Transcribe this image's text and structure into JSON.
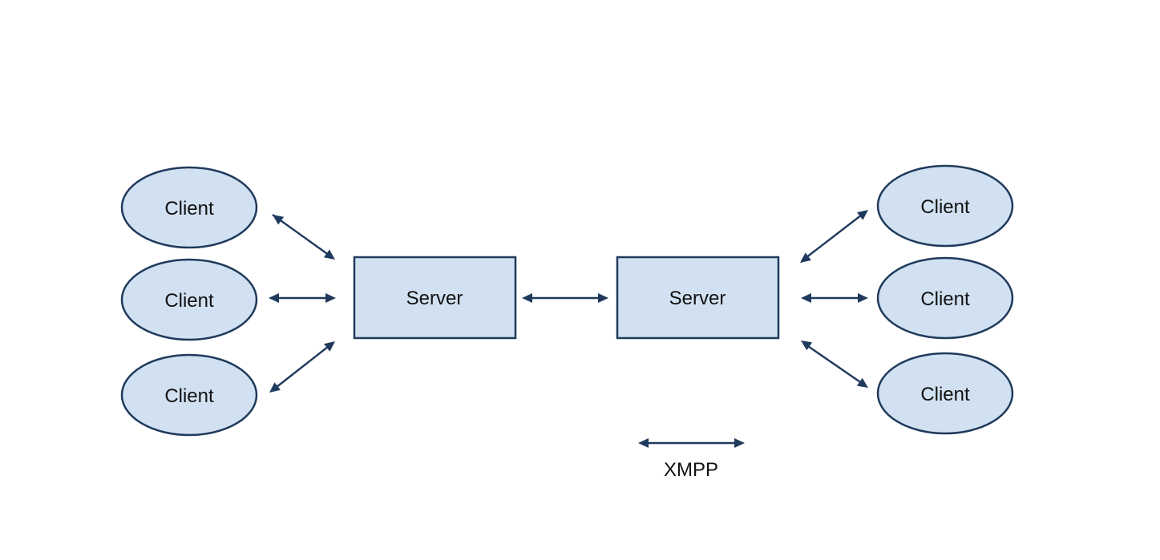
{
  "colors": {
    "node_fill": "#d1e1f1",
    "node_stroke": "#1f3a5c",
    "edge": "#1f3a5c",
    "text": "#111111",
    "background": "#ffffff"
  },
  "nodes": {
    "client_left_top": "Client",
    "client_left_mid": "Client",
    "client_left_bottom": "Client",
    "server_left": "Server",
    "server_right": "Server",
    "client_right_top": "Client",
    "client_right_mid": "Client",
    "client_right_bottom": "Client"
  },
  "edges": [
    {
      "from": "client_left_top",
      "to": "server_left",
      "direction": "both"
    },
    {
      "from": "client_left_mid",
      "to": "server_left",
      "direction": "both"
    },
    {
      "from": "client_left_bottom",
      "to": "server_left",
      "direction": "both"
    },
    {
      "from": "server_left",
      "to": "server_right",
      "direction": "both"
    },
    {
      "from": "server_right",
      "to": "client_right_top",
      "direction": "both"
    },
    {
      "from": "server_right",
      "to": "client_right_mid",
      "direction": "both"
    },
    {
      "from": "server_right",
      "to": "client_right_bottom",
      "direction": "both"
    }
  ],
  "legend": {
    "label": "XMPP",
    "arrow": "double-headed"
  }
}
